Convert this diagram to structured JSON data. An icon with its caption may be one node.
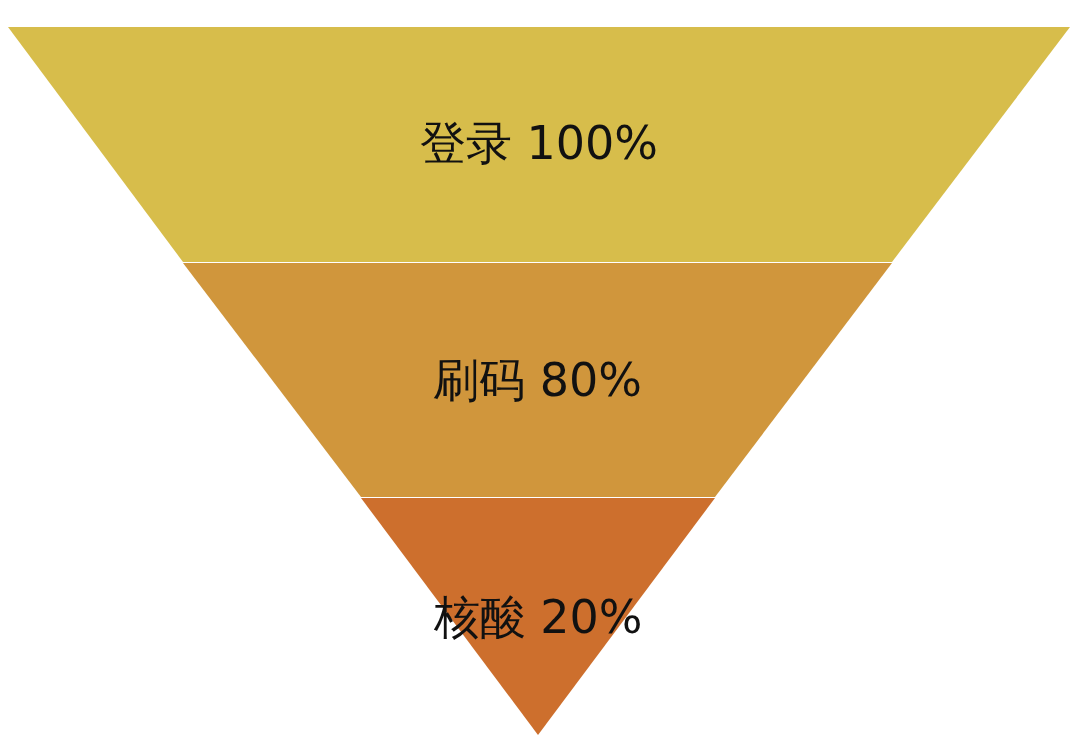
{
  "diagram": {
    "nodes": [
      {
        "text": [
          "登录 100%"
        ]
      },
      {
        "text": [
          "刷码 80%"
        ]
      },
      {
        "text": [
          "核酸 20%"
        ]
      }
    ]
  }
}
